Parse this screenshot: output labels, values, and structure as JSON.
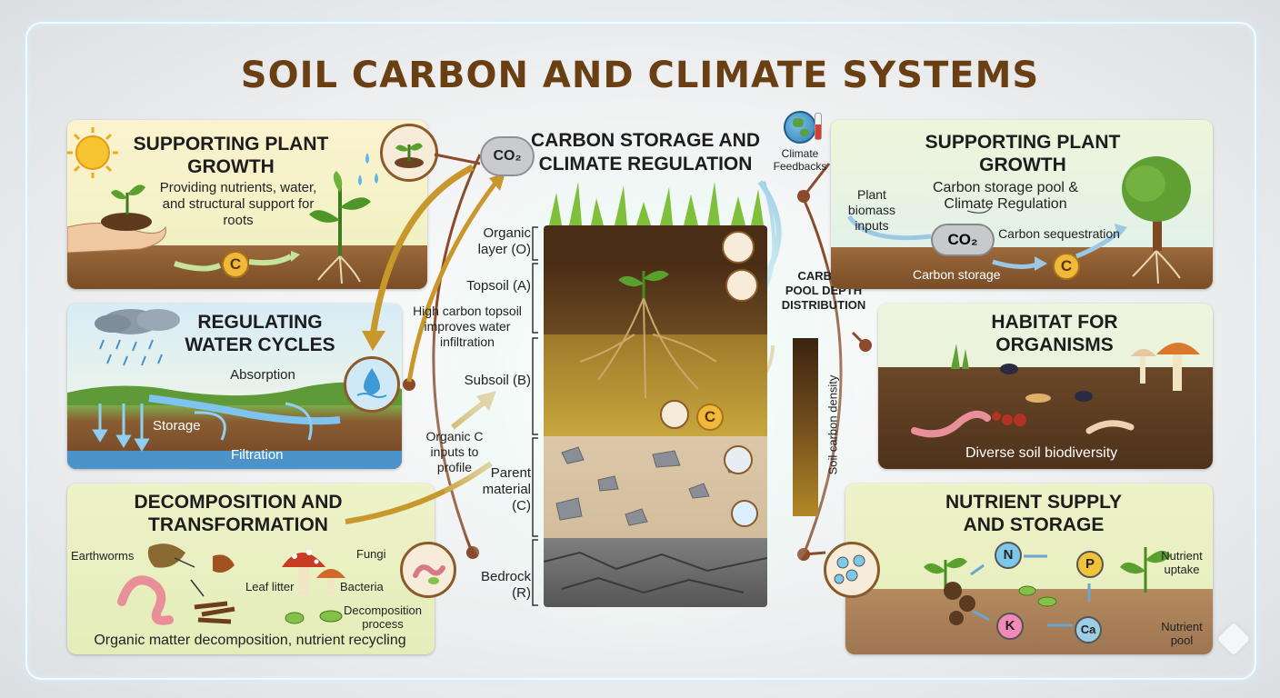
{
  "title": "SOIL CARBON AND CLIMATE SYSTEMS",
  "colors": {
    "title": "#6a3f14",
    "accent": "#8b5a2b",
    "coin": "#f1b93a"
  },
  "left": {
    "plant_growth": {
      "title": "SUPPORTING PLANT GROWTH",
      "text": "Providing nutrients, water, and structural support for roots",
      "coin": "C"
    },
    "water": {
      "title": "REGULATING WATER CYCLES",
      "absorption": "Absorption",
      "storage": "Storage",
      "filtration": "Filtration"
    },
    "decomposition": {
      "title": "DECOMPOSITION AND TRANSFORMATION",
      "earthworms": "Earthworms",
      "leaf_litter": "Leaf litter",
      "fungi": "Fungi",
      "bacteria": "Bacteria",
      "process": "Decomposition process",
      "caption": "Organic matter decomposition, nutrient recycling"
    }
  },
  "center": {
    "title": "CARBON STORAGE AND CLIMATE REGULATION",
    "co2": "CO₂",
    "coin": "C",
    "climate_feedbacks": "Climate Feedbacks",
    "horizons": [
      {
        "name": "Organic layer (O)"
      },
      {
        "name": "Topsoil (A)"
      },
      {
        "name": "Subsoil (B)"
      },
      {
        "name": "Parent material (C)"
      },
      {
        "name": "Bedrock (R)"
      }
    ],
    "infiltration_note": "High carbon topsoil improves water infiltration",
    "inputs_note": "Organic C inputs to profile",
    "pool_title": "CARBON POOL DEPTH DISTRIBUTION",
    "density_axis": "Soil carbon density"
  },
  "right": {
    "plant_growth": {
      "title": "SUPPORTING PLANT GROWTH",
      "subtitle": "Carbon storage pool & Climate Regulation",
      "biomass": "Plant biomass inputs",
      "co2": "CO₂",
      "sequestration": "Carbon sequestration",
      "storage": "Carbon storage",
      "coin": "C"
    },
    "habitat": {
      "title": "HABITAT FOR ORGANISMS",
      "caption": "Diverse soil biodiversity"
    },
    "nutrient": {
      "title": "NUTRIENT SUPPLY AND STORAGE",
      "nutrients": [
        "N",
        "P",
        "K",
        "Ca"
      ],
      "uptake": "Nutrient uptake",
      "pool": "Nutrient pool"
    }
  },
  "icons": [
    "sun-icon",
    "seedling-icon",
    "water-drop-icon",
    "cloud-icon",
    "mushroom-icon",
    "worm-icon",
    "leaf-icon",
    "tree-icon",
    "globe-icon",
    "microbe-icon",
    "ant-icon",
    "beetle-icon"
  ]
}
